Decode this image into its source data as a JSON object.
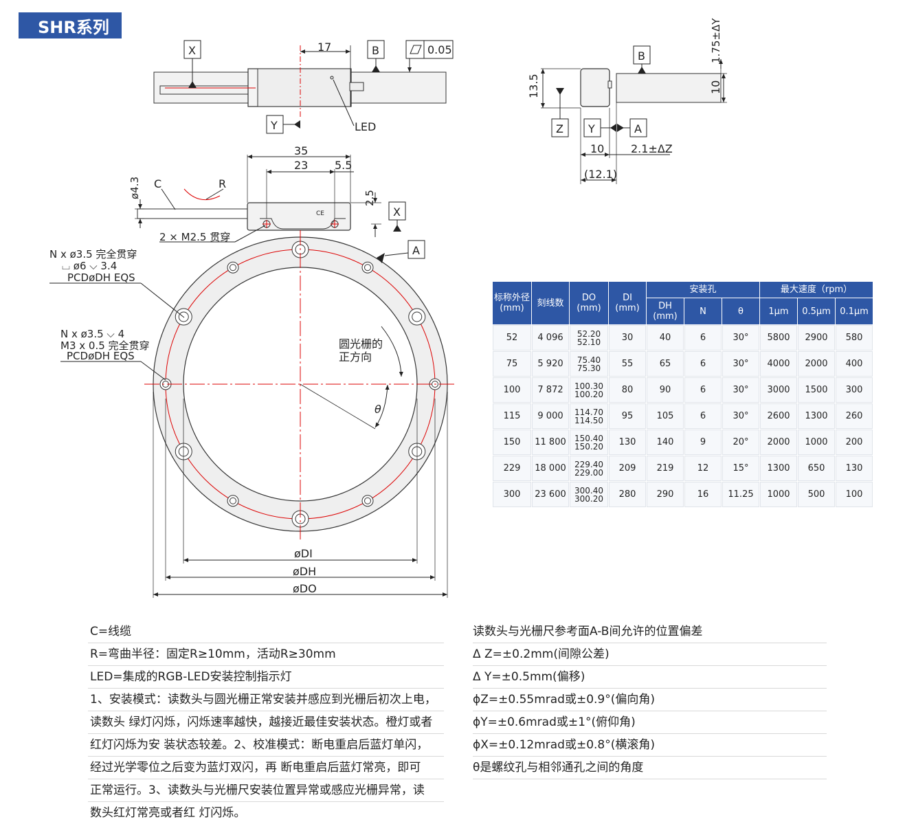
{
  "header": {
    "series_title": "SHR系列"
  },
  "drawing": {
    "datum_labels": {
      "x_top": "X",
      "b_top": "B",
      "y_top": "Y",
      "b_side": "B",
      "z_side": "Z",
      "y_side": "Y",
      "a_side": "A",
      "x_mid": "X",
      "a_ring": "A"
    },
    "flatness_value": "0.05",
    "led_label": "LED",
    "dims": {
      "d17": "17",
      "d35": "35",
      "d23": "23",
      "d55": "5.5",
      "d25": "2.5",
      "d43": "ø4.3",
      "d135": "13.5",
      "d10v": "10",
      "d175": "1.75±ΔY",
      "d10": "10",
      "d21": "2.1±ΔZ",
      "d121": "(12.1)",
      "c_label": "C",
      "r_label": "R",
      "m25": "2 × M2.5 贯穿",
      "di": "øDI",
      "dh": "øDH",
      "do": "øDO",
      "theta": "θ"
    },
    "callout1": [
      "N x ø3.5 完全贯穿",
      "⌴ ø6 ⌵ 3.4",
      "PCDøDH EQS"
    ],
    "callout2": [
      "N x ø3.5 ⌵ 4",
      "M3 x 0.5 完全贯穿",
      "PCDøDH EQS"
    ],
    "direction_note": [
      "圆光栅的",
      "正方向"
    ]
  },
  "table": {
    "headers": {
      "nominal": [
        "标称外径",
        "(mm)"
      ],
      "lines": "刻线数",
      "do": [
        "DO",
        "(mm)"
      ],
      "di": [
        "DI",
        "(mm)"
      ],
      "mount_group": "安装孔",
      "dh": [
        "DH",
        "(mm)"
      ],
      "n": "N",
      "theta": "θ",
      "speed_group": "最大速度（rpm）",
      "s1": "1μm",
      "s05": "0.5μm",
      "s01": "0.1μm"
    },
    "rows": [
      {
        "nominal": "52",
        "lines": "4 096",
        "do_max": "52.20",
        "do_min": "52.10",
        "di": "30",
        "dh": "40",
        "n": "6",
        "theta": "30°",
        "s1": "5800",
        "s05": "2900",
        "s01": "580"
      },
      {
        "nominal": "75",
        "lines": "5 920",
        "do_max": "75.40",
        "do_min": "75.30",
        "di": "55",
        "dh": "65",
        "n": "6",
        "theta": "30°",
        "s1": "4000",
        "s05": "2000",
        "s01": "400"
      },
      {
        "nominal": "100",
        "lines": "7 872",
        "do_max": "100.30",
        "do_min": "100.20",
        "di": "80",
        "dh": "90",
        "n": "6",
        "theta": "30°",
        "s1": "3000",
        "s05": "1500",
        "s01": "300"
      },
      {
        "nominal": "115",
        "lines": "9 000",
        "do_max": "114.70",
        "do_min": "114.50",
        "di": "95",
        "dh": "105",
        "n": "6",
        "theta": "30°",
        "s1": "2600",
        "s05": "1300",
        "s01": "260"
      },
      {
        "nominal": "150",
        "lines": "11 800",
        "do_max": "150.40",
        "do_min": "150.20",
        "di": "130",
        "dh": "140",
        "n": "9",
        "theta": "20°",
        "s1": "2000",
        "s05": "1000",
        "s01": "200"
      },
      {
        "nominal": "229",
        "lines": "18 000",
        "do_max": "229.40",
        "do_min": "229.00",
        "di": "209",
        "dh": "219",
        "n": "12",
        "theta": "15°",
        "s1": "1300",
        "s05": "650",
        "s01": "130"
      },
      {
        "nominal": "300",
        "lines": "23 600",
        "do_max": "300.40",
        "do_min": "300.20",
        "di": "280",
        "dh": "290",
        "n": "16",
        "theta": "11.25",
        "s1": "1000",
        "s05": "500",
        "s01": "100"
      }
    ]
  },
  "notes_left": [
    "C=线缆",
    "R=弯曲半径：固定R≥10mm，活动R≥30mm",
    "LED=集成的RGB-LED安装控制指示灯",
    "1、安装模式：读数头与圆光栅正常安装并感应到光栅后初次上电，",
    "读数头 绿灯闪烁，闪烁速率越快，越接近最佳安装状态。橙灯或者",
    "红灯闪烁为安 装状态较差。2、校准模式：断电重启后蓝灯单闪，",
    "经过光学零位之后变为蓝灯双闪，再 断电重启后蓝灯常亮，即可",
    "正常运行。3、读数头与光栅尺安装位置异常或感应光栅异常，读",
    "数头红灯常亮或者红 灯闪烁。"
  ],
  "notes_right": [
    "读数头与光栅尺参考面A-B间允许的位置偏差",
    "Δ Z=±0.2mm(间隙公差)",
    "Δ Y=±0.5mm(偏移)",
    "ϕZ=±0.55mrad或±0.9°(偏向角)",
    "ϕY=±0.6mrad或±1°(俯仰角)",
    "ϕX=±0.12mrad或±0.8°(横滚角)",
    "θ是螺纹孔与相邻通孔之间的角度"
  ]
}
